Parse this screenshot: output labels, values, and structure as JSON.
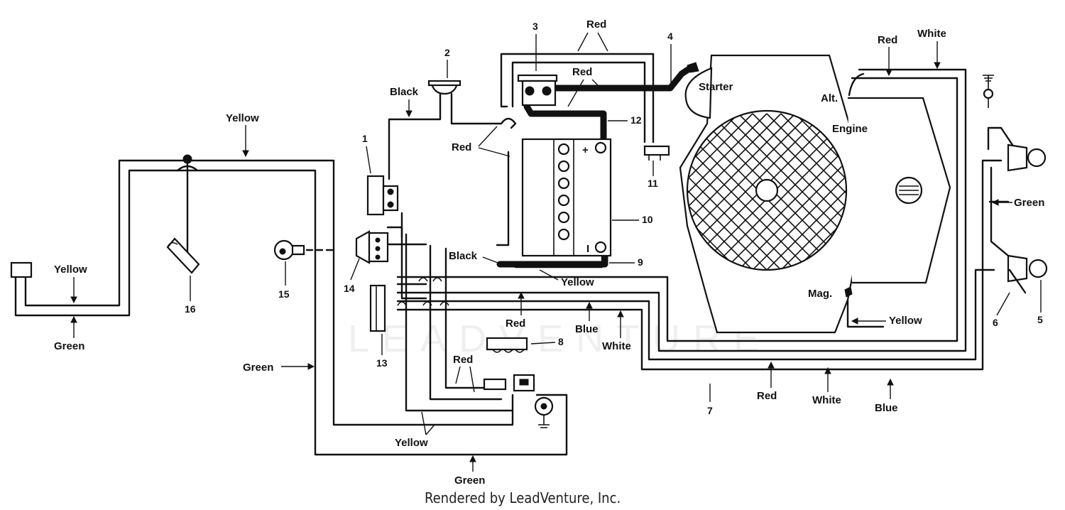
{
  "wire_labels": {
    "yellow_top": "Yellow",
    "yellow_left": "Yellow",
    "green_left": "Green",
    "green_mid": "Green",
    "green_bottom": "Green",
    "yellow_bottom": "Yellow",
    "black_top": "Black",
    "red_top": "Red",
    "red_batt": "Red",
    "red_loop": "Red",
    "black_mid": "Black",
    "yellow_mid": "Yellow",
    "red_mid": "Red",
    "blue_mid": "Blue",
    "white_mid": "White",
    "red_lower": "Red",
    "red_right_top": "Red",
    "white_right_top": "White",
    "yellow_right": "Yellow",
    "green_right": "Green",
    "red_bottom": "Red",
    "white_bottom": "White",
    "blue_bottom": "Blue"
  },
  "component_labels": {
    "starter": "Starter",
    "alt": "Alt.",
    "engine": "Engine",
    "mag": "Mag."
  },
  "part_numbers": {
    "p1": "1",
    "p2": "2",
    "p3": "3",
    "p4": "4",
    "p5": "5",
    "p6": "6",
    "p7": "7",
    "p8": "8",
    "p9": "9",
    "p10": "10",
    "p11": "11",
    "p12": "12",
    "p13": "13",
    "p14": "14",
    "p15": "15",
    "p16": "16"
  },
  "battery_terminals": {
    "plus": "+",
    "minus": "I"
  },
  "watermark": "LEADVENTURE",
  "credit": "Rendered by LeadVenture, Inc."
}
